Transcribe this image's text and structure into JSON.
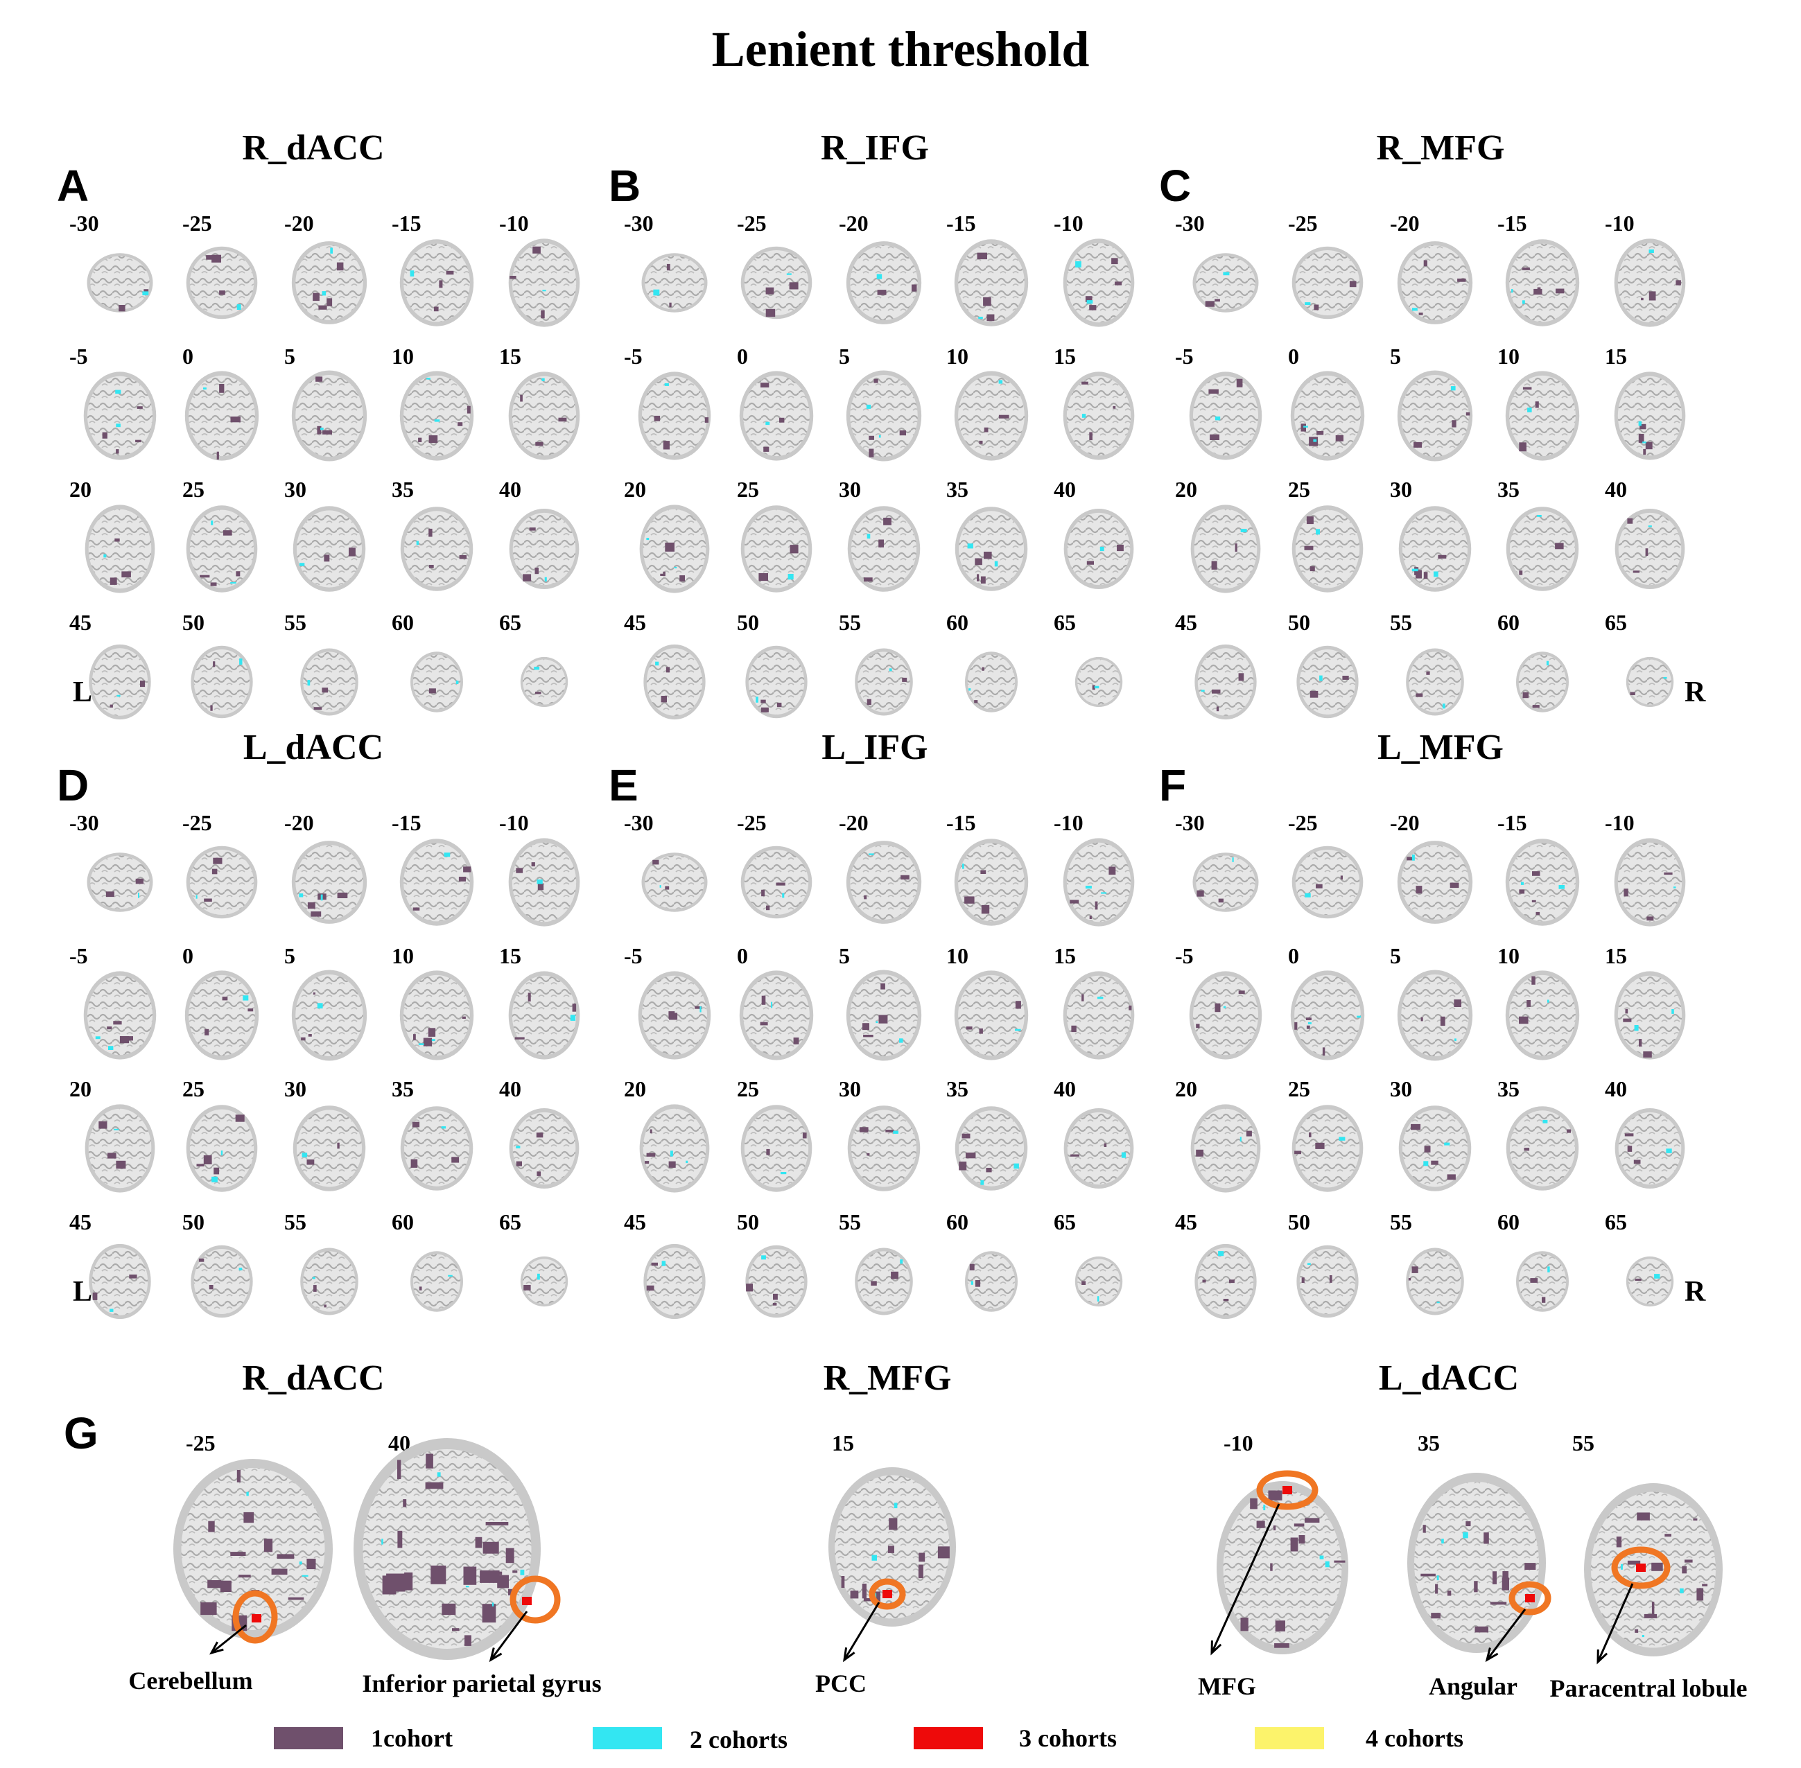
{
  "title": "Lenient threshold",
  "slices": [
    "-30",
    "-25",
    "-20",
    "-15",
    "-10",
    "-5",
    "0",
    "5",
    "10",
    "15",
    "20",
    "25",
    "30",
    "35",
    "40",
    "45",
    "50",
    "55",
    "60",
    "65"
  ],
  "side_labels": {
    "left": "L",
    "right": "R"
  },
  "panels": [
    {
      "letter": "A",
      "roi": "R_dACC"
    },
    {
      "letter": "B",
      "roi": "R_IFG"
    },
    {
      "letter": "C",
      "roi": "R_MFG"
    },
    {
      "letter": "D",
      "roi": "L_dACC"
    },
    {
      "letter": "E",
      "roi": "L_IFG"
    },
    {
      "letter": "F",
      "roi": "L_MFG"
    }
  ],
  "panel_g": {
    "letter": "G",
    "groups": [
      {
        "roi": "R_dACC",
        "views": [
          {
            "slice": "-25",
            "region": "Cerebellum"
          },
          {
            "slice": "40",
            "region": "Inferior parietal gyrus"
          }
        ]
      },
      {
        "roi": "R_MFG",
        "views": [
          {
            "slice": "15",
            "region": "PCC"
          }
        ]
      },
      {
        "roi": "L_dACC",
        "views": [
          {
            "slice": "-10",
            "region": "MFG"
          },
          {
            "slice": "35",
            "region": "Angular"
          },
          {
            "slice": "55",
            "region": "Paracentral lobule"
          }
        ]
      }
    ]
  },
  "legend": [
    {
      "label": "1cohort",
      "color": "#6f506c"
    },
    {
      "label": "2 cohorts",
      "color": "#33e6f2"
    },
    {
      "label": "3 cohorts",
      "color": "#ee0a0a"
    },
    {
      "label": "4 cohorts",
      "color": "#fcf36b"
    }
  ],
  "colors": {
    "highlight_ring": "#f07623",
    "brain_tissue": "#c9c9c9",
    "brain_matter": "#e6e6e6"
  }
}
